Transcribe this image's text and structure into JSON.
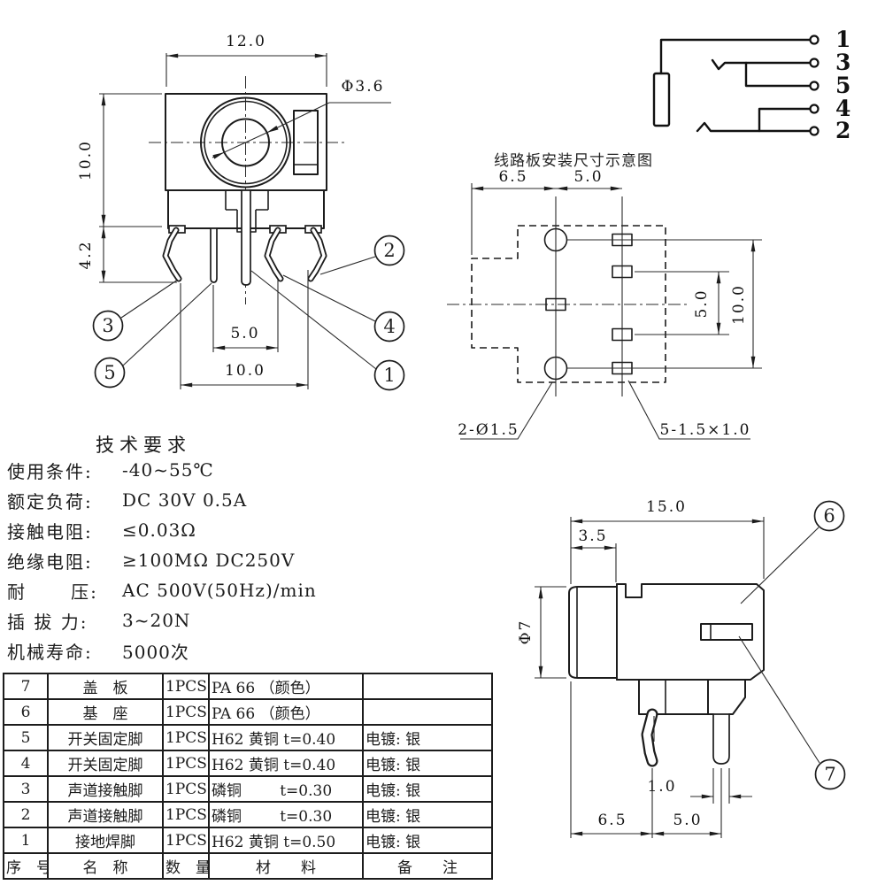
{
  "colors": {
    "ink": "#1c1c1c",
    "bg": "#ffffff"
  },
  "front_view": {
    "dim_width": "12.0",
    "dim_height": "10.0",
    "dim_hole": "Φ3.6",
    "dim_pin_length": "4.2",
    "dim_pitch_inner": "5.0",
    "dim_pitch_outer": "10.0",
    "balloons": {
      "b1": "1",
      "b2": "2",
      "b3": "3",
      "b4": "4",
      "b5": "5"
    }
  },
  "pin_schematic": {
    "terminals": [
      "1",
      "3",
      "5",
      "4",
      "2"
    ]
  },
  "pcb_layout": {
    "title": "线路板安装尺寸示意图",
    "dim_left": "6.5",
    "dim_right": "5.0",
    "dim_row_inner": "5.0",
    "dim_row_outer": "10.0",
    "label_round_holes": "2-Ø1.5",
    "label_slot_holes": "5-1.5×1.0"
  },
  "tech_requirements": {
    "title": "技术要求",
    "items": [
      {
        "label": "使用条件:",
        "value": "-40~55℃"
      },
      {
        "label": "额定负荷:",
        "value": "DC 30V 0.5A"
      },
      {
        "label": "接触电阻:",
        "value": "≤0.03Ω"
      },
      {
        "label": "绝缘电阻:",
        "value": "≥100MΩ DC250V"
      },
      {
        "label": "耐      压:",
        "value": "AC 500V(50Hz)/min"
      },
      {
        "label": "插 拔 力:",
        "value": "3~20N"
      },
      {
        "label": "机械寿命:",
        "value": "5000次"
      }
    ]
  },
  "side_view": {
    "dim_total": "15.0",
    "dim_front": "3.5",
    "dim_diameter": "Φ7",
    "dim_pin_width": "1.0",
    "dim_span_front": "6.5",
    "dim_span_rear": "5.0",
    "balloons": {
      "b6": "6",
      "b7": "7"
    }
  },
  "parts_table": {
    "headers": [
      "序　号",
      "名　称",
      "数　量",
      "材　　料",
      "备　　注"
    ],
    "rows": [
      [
        "7",
        "盖　板",
        "1PCS",
        "PA 66 （颜色）",
        ""
      ],
      [
        "6",
        "基　座",
        "1PCS",
        "PA 66 （颜色）",
        ""
      ],
      [
        "5",
        "开关固定脚",
        "1PCS",
        "H62 黄铜 t=0.40",
        "电镀: 银"
      ],
      [
        "4",
        "开关固定脚",
        "1PCS",
        "H62 黄铜 t=0.40",
        "电镀: 银"
      ],
      [
        "3",
        "声道接触脚",
        "1PCS",
        "磷铜        t=0.30",
        "电镀: 银"
      ],
      [
        "2",
        "声道接触脚",
        "1PCS",
        "磷铜        t=0.30",
        "电镀: 银"
      ],
      [
        "1",
        "接地焊脚",
        "1PCS",
        "H62 黄铜 t=0.50",
        "电镀: 银"
      ]
    ]
  }
}
